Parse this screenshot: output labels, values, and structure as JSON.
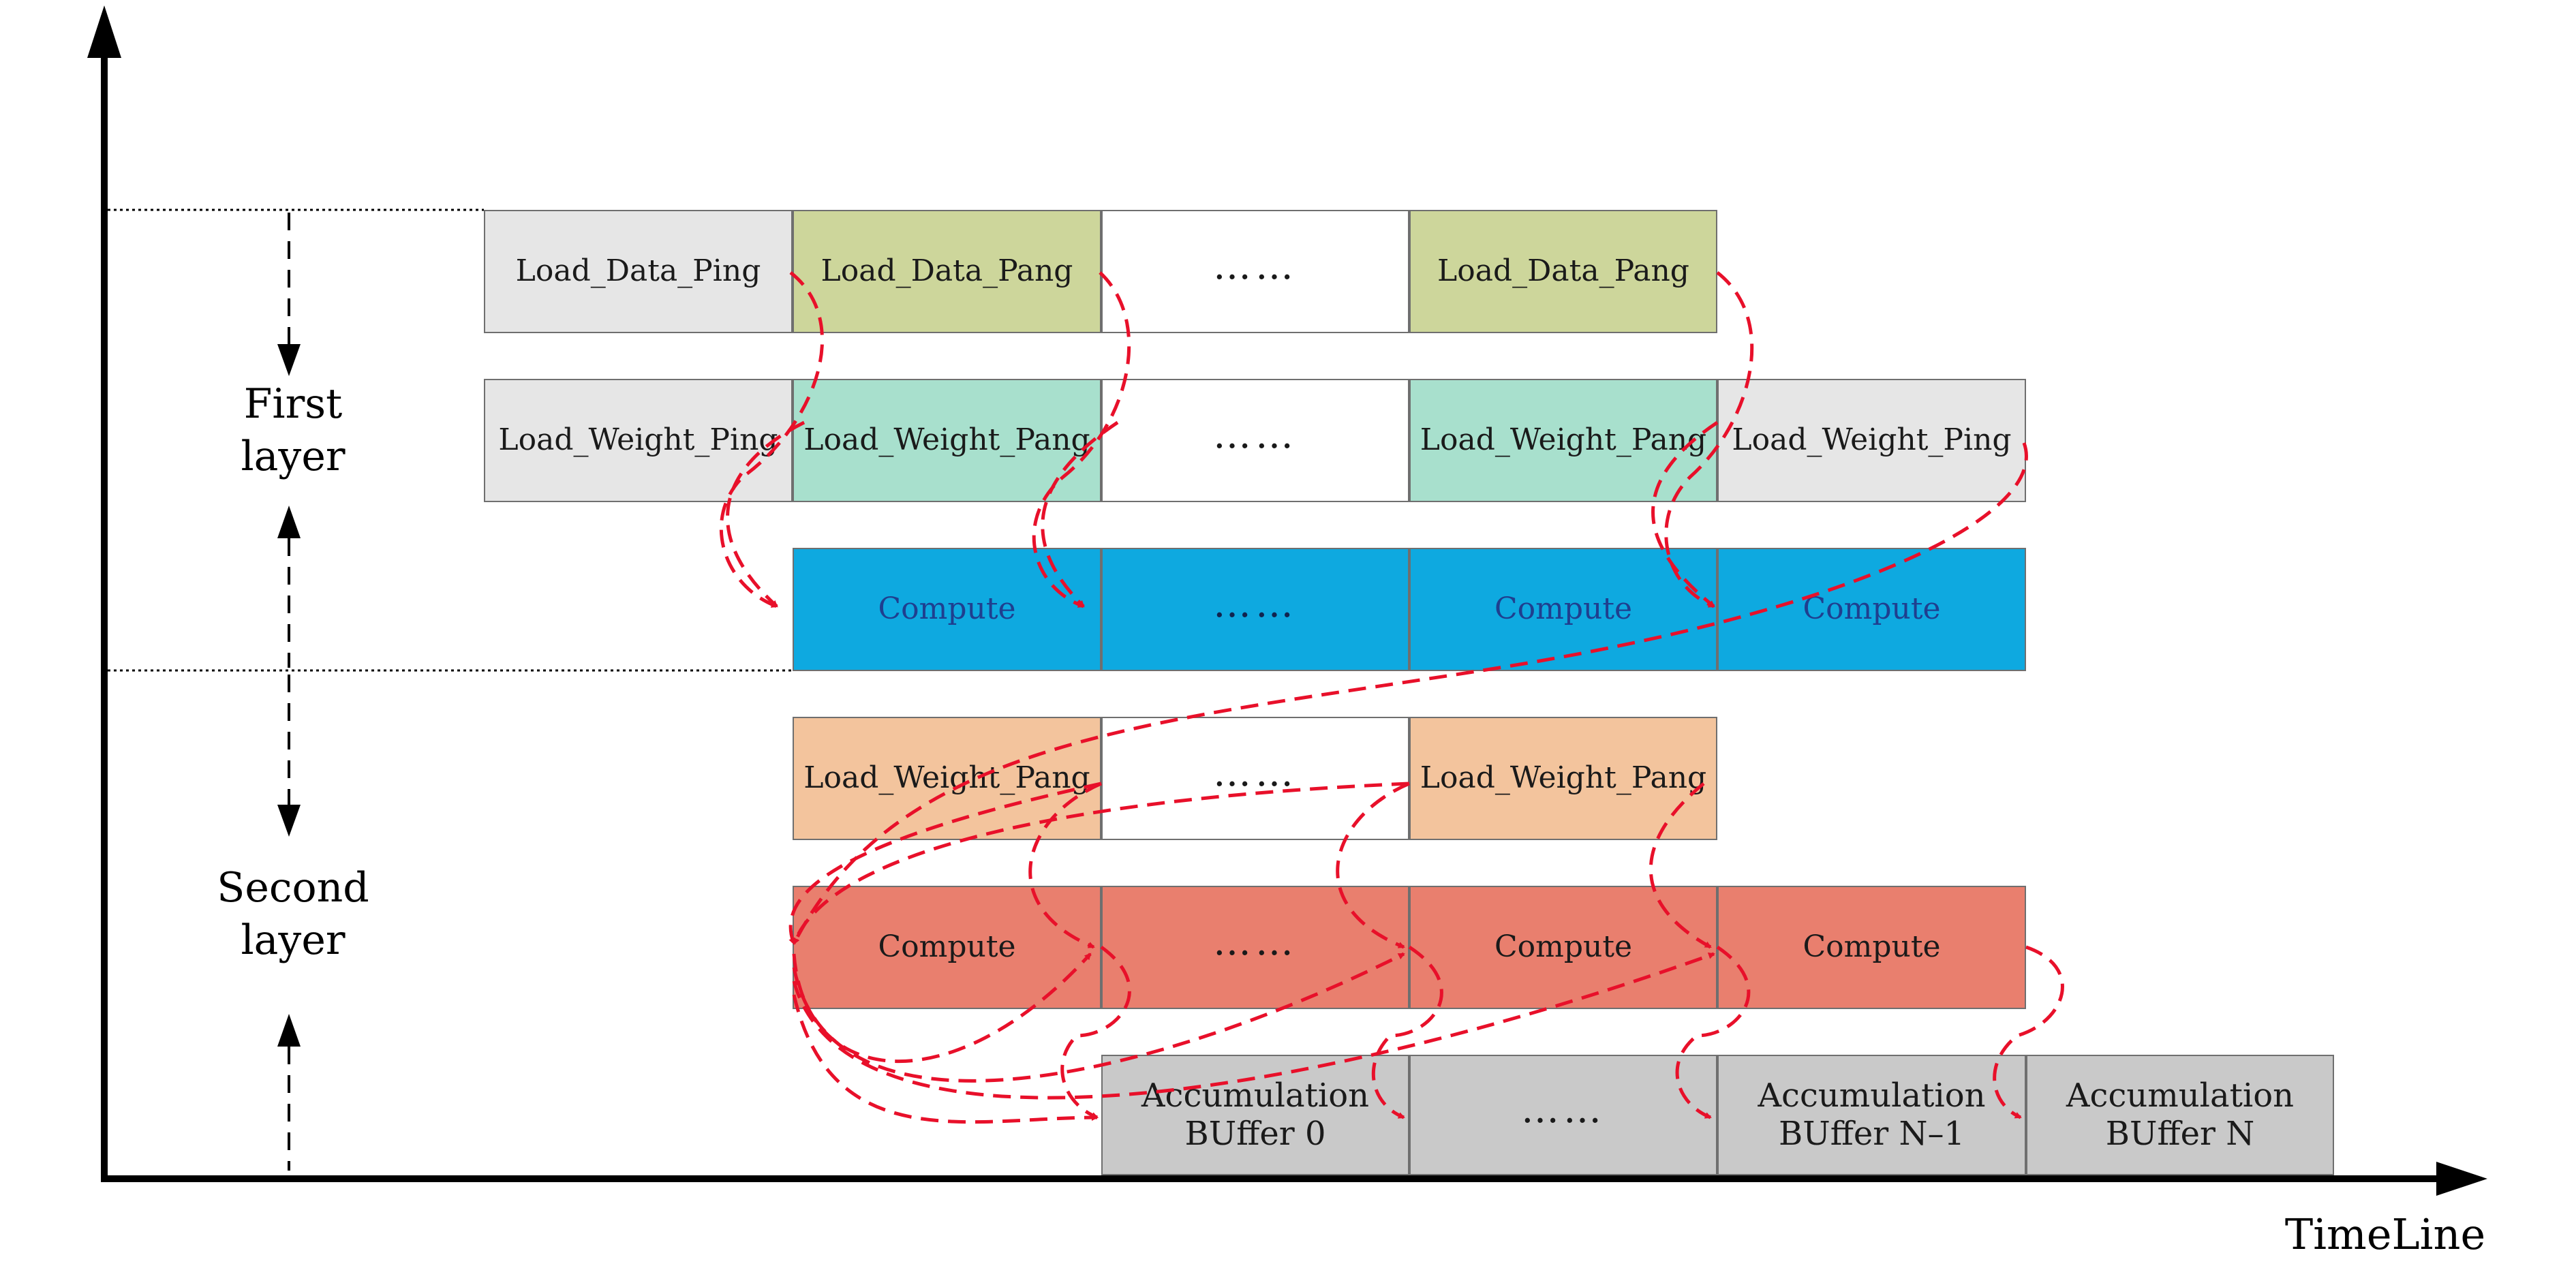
{
  "colors": {
    "gray": "#e6e6e6",
    "olive": "#cdd69b",
    "mint": "#a8e0cd",
    "blue": "#0ea9e0",
    "peach": "#f3c49d",
    "salmon": "#e97f6e",
    "accum": "#c9c9c9",
    "white": "#ffffff",
    "arrow": "#e8102a"
  },
  "axis": {
    "x_label": "TimeLine"
  },
  "layers": {
    "first": {
      "line1": "First",
      "line2": "layer"
    },
    "second": {
      "line1": "Second",
      "line2": "layer"
    }
  },
  "rows": {
    "row1": [
      {
        "text": "Load_Data_Ping",
        "color": "gray"
      },
      {
        "text": "Load_Data_Pang",
        "color": "olive"
      },
      {
        "text": "……",
        "color": "white"
      },
      {
        "text": "Load_Data_Pang",
        "color": "olive"
      }
    ],
    "row2": [
      {
        "text": "Load_Weight_Ping",
        "color": "gray"
      },
      {
        "text": "Load_Weight_Pang",
        "color": "mint"
      },
      {
        "text": "……",
        "color": "white"
      },
      {
        "text": "Load_Weight_Pang",
        "color": "mint"
      },
      {
        "text": "Load_Weight_Ping",
        "color": "gray"
      }
    ],
    "row3": [
      {
        "text": "Compute",
        "color": "blue"
      },
      {
        "text": "……",
        "color": "blue"
      },
      {
        "text": "Compute",
        "color": "blue"
      },
      {
        "text": "Compute",
        "color": "blue"
      }
    ],
    "row4": [
      {
        "text": "Load_Weight_Pang",
        "color": "peach"
      },
      {
        "text": "……",
        "color": "white"
      },
      {
        "text": "Load_Weight_Pang",
        "color": "peach"
      }
    ],
    "row5": [
      {
        "text": "Compute",
        "color": "salmon"
      },
      {
        "text": "……",
        "color": "salmon"
      },
      {
        "text": "Compute",
        "color": "salmon"
      },
      {
        "text": "Compute",
        "color": "salmon"
      }
    ],
    "row6": [
      {
        "text": "Accumulation",
        "text2": "BUffer 0",
        "color": "accum"
      },
      {
        "text": "……",
        "color": "accum"
      },
      {
        "text": "Accumulation",
        "text2": "BUffer N–1",
        "color": "accum"
      },
      {
        "text": "Accumulation",
        "text2": "BUffer N",
        "color": "accum"
      }
    ]
  }
}
